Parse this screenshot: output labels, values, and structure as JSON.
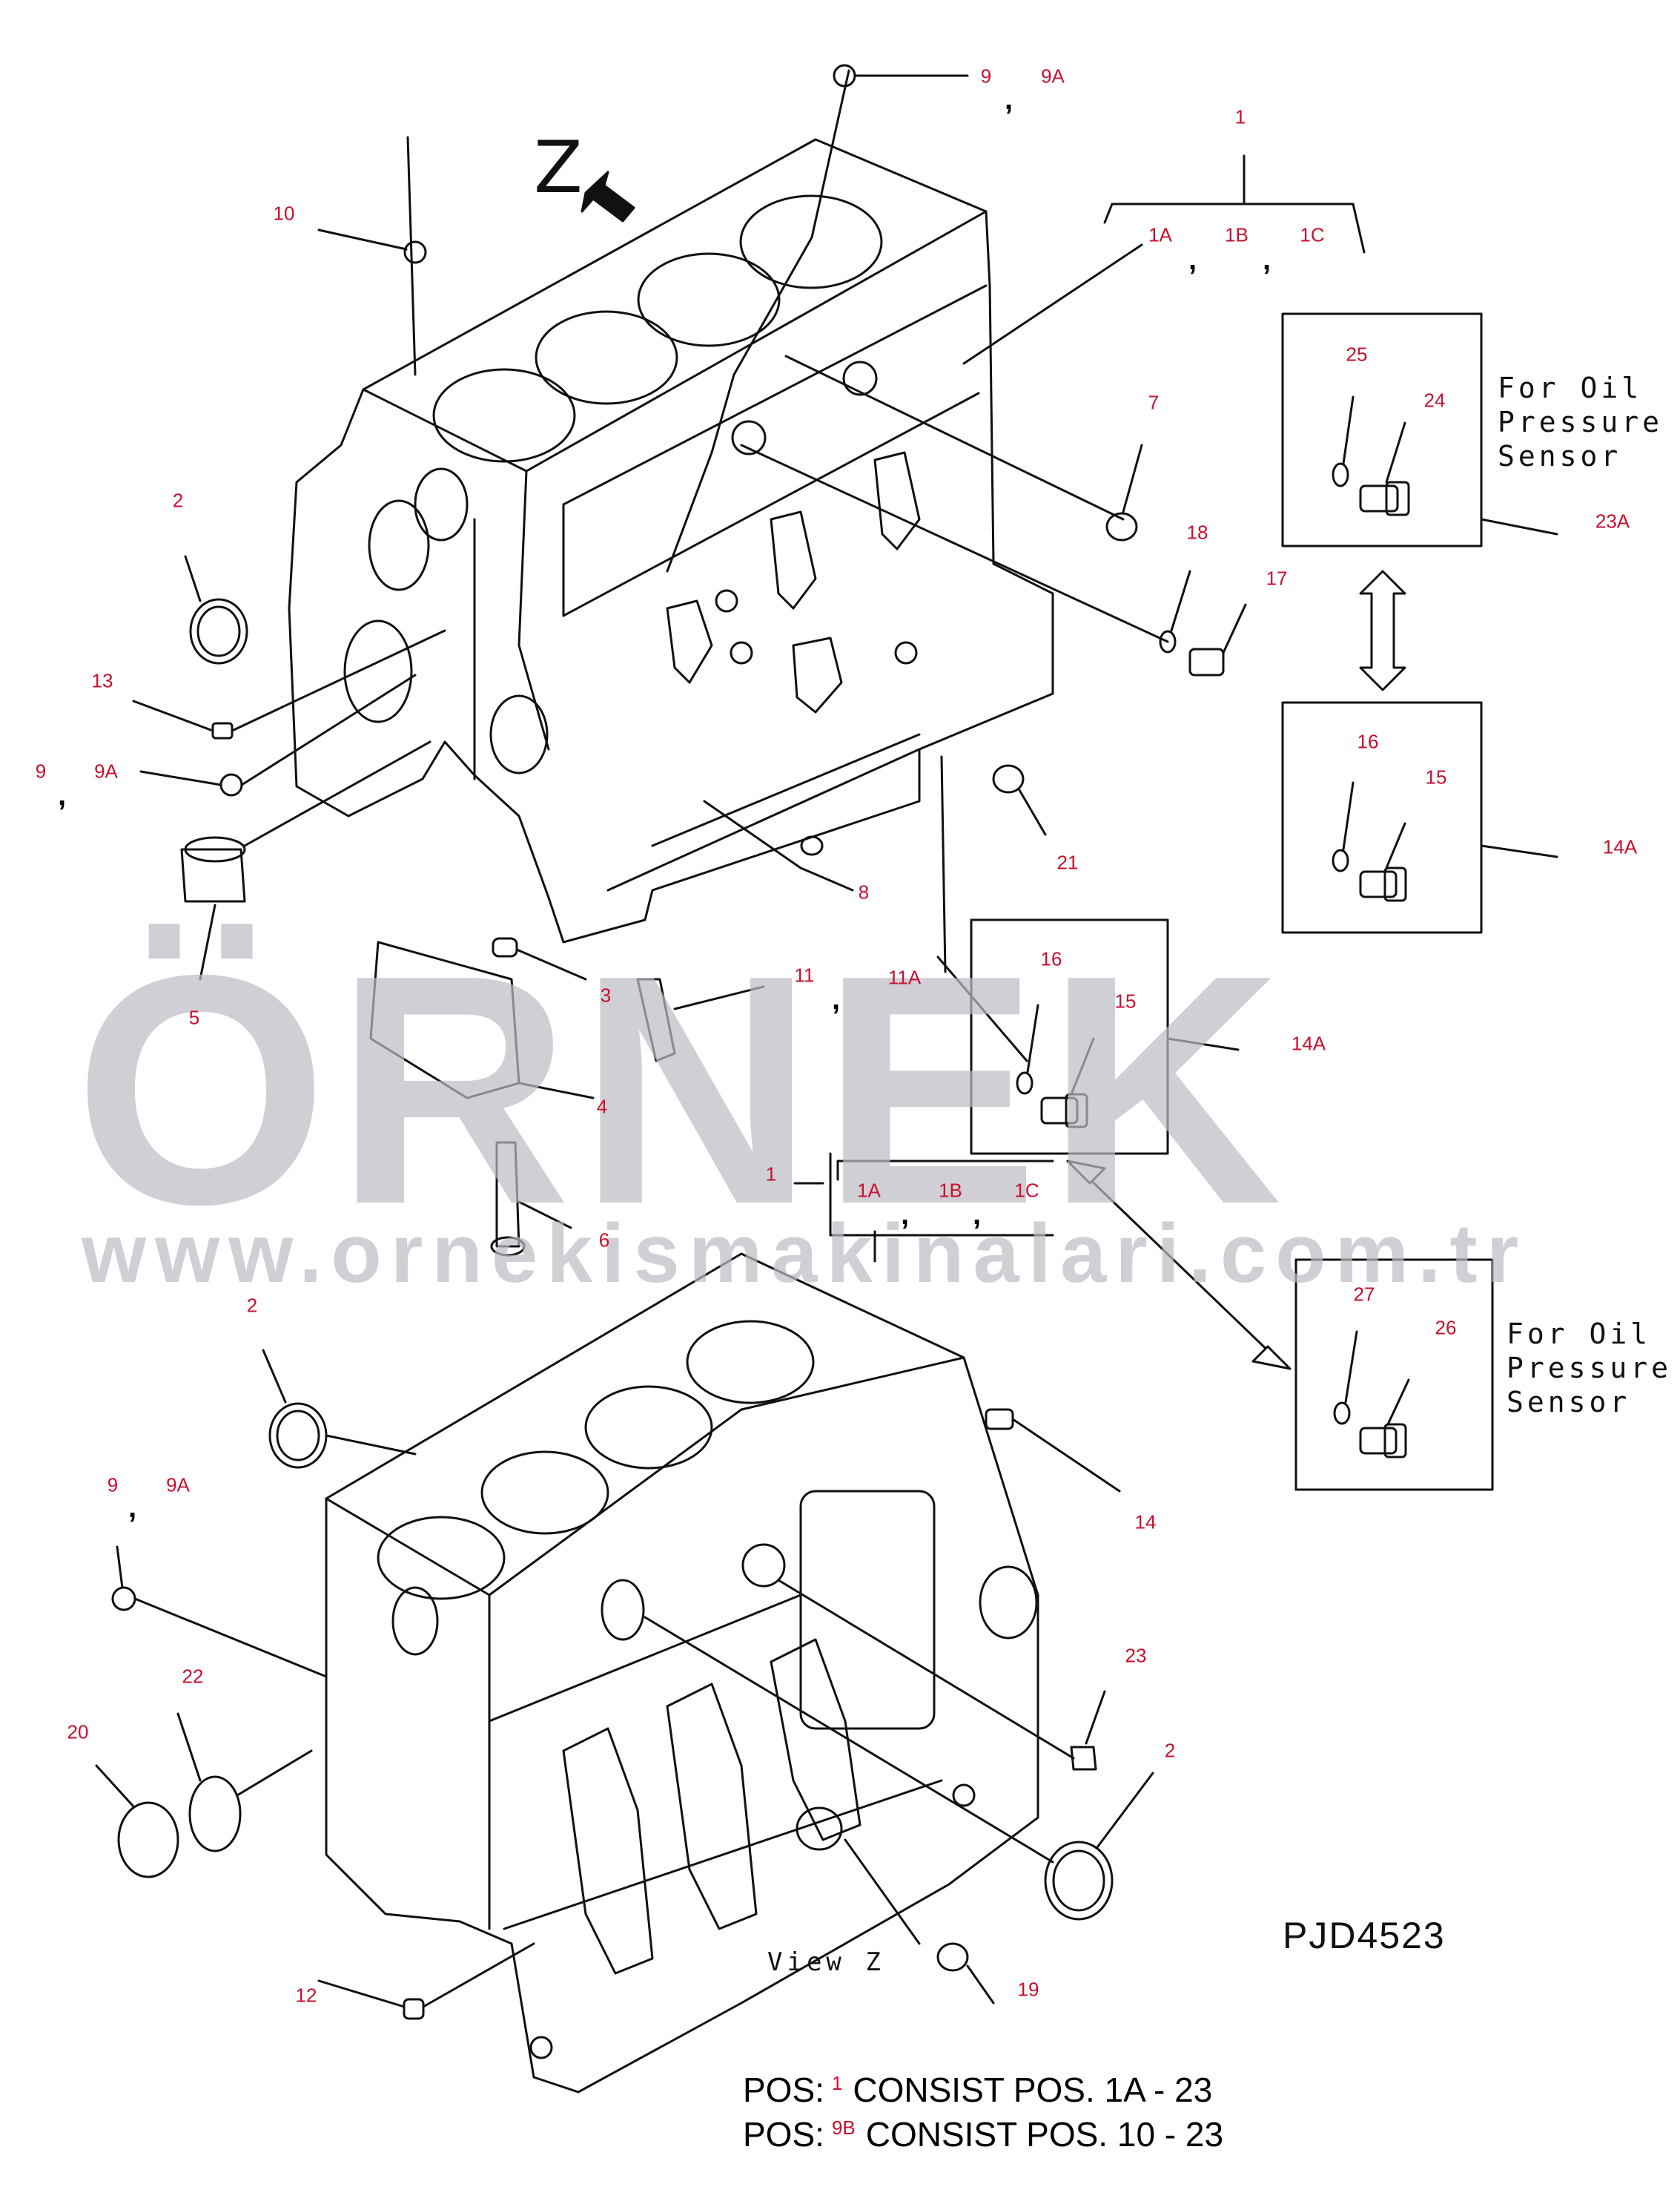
{
  "drawing_code": "PJD4523",
  "view_label": "View Z",
  "view_arrow_letter": "Z",
  "sensor_note": "For Oil\nPressure\nSensor",
  "watermark": {
    "logo": "ÖRNEK",
    "url": "www.ornekismakinalari.com.tr"
  },
  "footnotes": [
    {
      "prefix": "POS:",
      "ref": "1",
      "text": "CONSIST POS. 1A - 23"
    },
    {
      "prefix": "POS:",
      "ref": "9B",
      "text": "CONSIST POS. 10 - 23"
    }
  ],
  "callouts": [
    "9",
    "9A",
    "1",
    "1A",
    "1B",
    "1C",
    "10",
    "25",
    "24",
    "2",
    "7",
    "23A",
    "18",
    "17",
    "13",
    "9",
    "9A",
    "16",
    "15",
    "14A",
    "21",
    "8",
    "5",
    "3",
    "11",
    "11A",
    "16",
    "15",
    "14A",
    "4",
    "6",
    "1",
    "1A",
    "1B",
    "1C",
    "2",
    "27",
    "26",
    "9",
    "9A",
    "14",
    "22",
    "20",
    "23",
    "2",
    "12",
    "19"
  ],
  "colors": {
    "callout": "#c8102e",
    "line": "#111111",
    "watermark": "#bcbcc4",
    "watermark_accent": "#f3d98a"
  }
}
